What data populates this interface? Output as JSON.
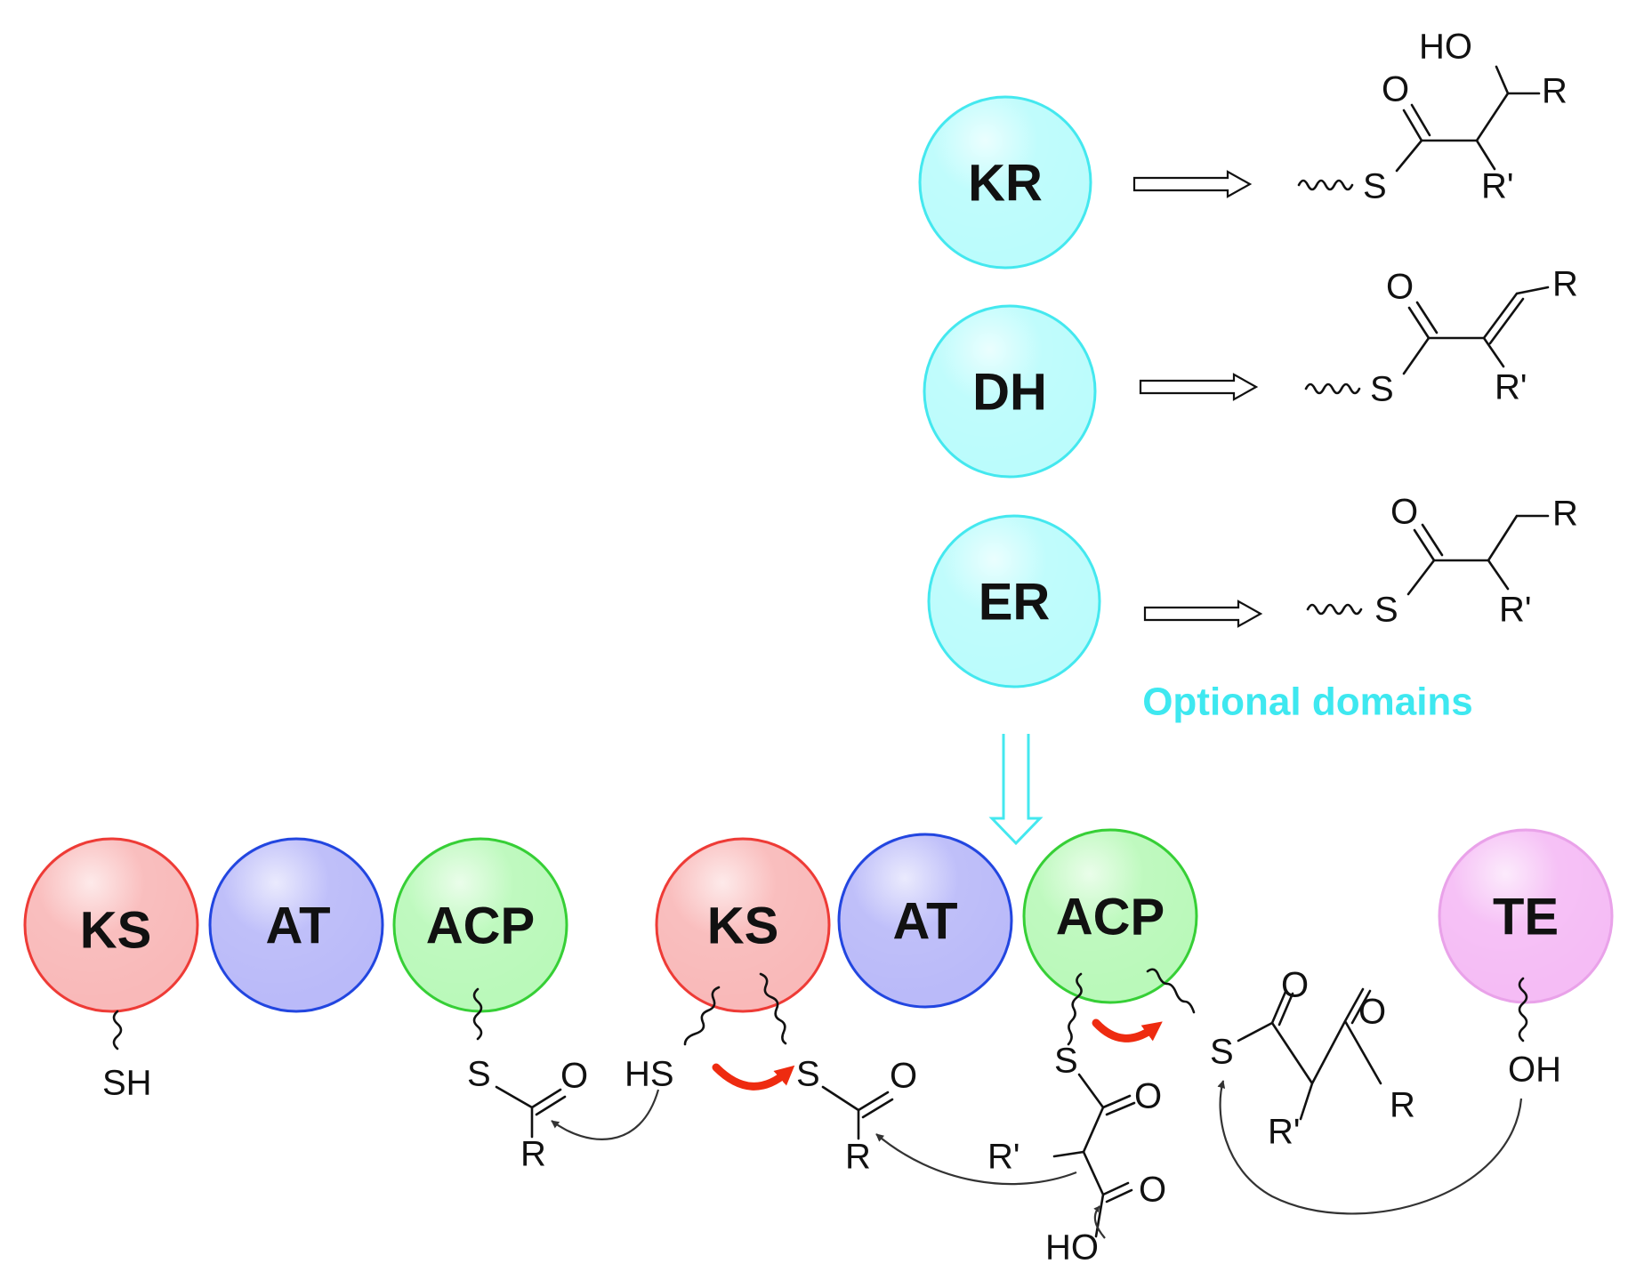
{
  "colors": {
    "KS": {
      "fill": "#f9b9b9",
      "stroke": "#ee3b36"
    },
    "AT": {
      "fill": "#babaf9",
      "stroke": "#2246e0"
    },
    "ACP": {
      "fill": "#baf9ba",
      "stroke": "#36cf36"
    },
    "TE": {
      "fill": "#f5bcf5",
      "stroke": "#e9a2e9"
    },
    "optional": {
      "fill": "#bbfcfc",
      "stroke": "#44e8ef"
    },
    "caption": "#3ee8f0",
    "flip_arrow": "#ee2b10"
  },
  "optional": {
    "caption": "Optional domains",
    "domains": [
      {
        "label": "KR",
        "product": {
          "carbonyl_O": "O",
          "thio": "S",
          "hydroxyl": "HO",
          "R": "R",
          "Rp": "R'"
        }
      },
      {
        "label": "DH",
        "product": {
          "carbonyl_O": "O",
          "thio": "S",
          "R": "R",
          "Rp": "R'"
        }
      },
      {
        "label": "ER",
        "product": {
          "carbonyl_O": "O",
          "thio": "S",
          "R": "R",
          "Rp": "R'"
        }
      }
    ]
  },
  "modules": [
    {
      "label": "KS"
    },
    {
      "label": "AT"
    },
    {
      "label": "ACP"
    },
    {
      "label": "KS"
    },
    {
      "label": "AT"
    },
    {
      "label": "ACP"
    },
    {
      "label": "TE"
    }
  ],
  "mechanism": {
    "ks1_thiol": "SH",
    "acp1_S": "S",
    "acp1_O": "O",
    "acp1_R": "R",
    "ks2_thiol": "HS",
    "ks2_S": "S",
    "ks2_O": "O",
    "ks2_R": "R",
    "acp2_left_S": "S",
    "acp2_left_O": "O",
    "acp2_Rp": "R'",
    "acp2_acid_O": "O",
    "acp2_acid_HO": "HO",
    "acp2_right_S": "S",
    "acp2_right_O1": "O",
    "acp2_right_O2": "O",
    "acp2_right_Rp": "R'",
    "acp2_right_R": "R",
    "te_hydroxyl": "OH"
  }
}
